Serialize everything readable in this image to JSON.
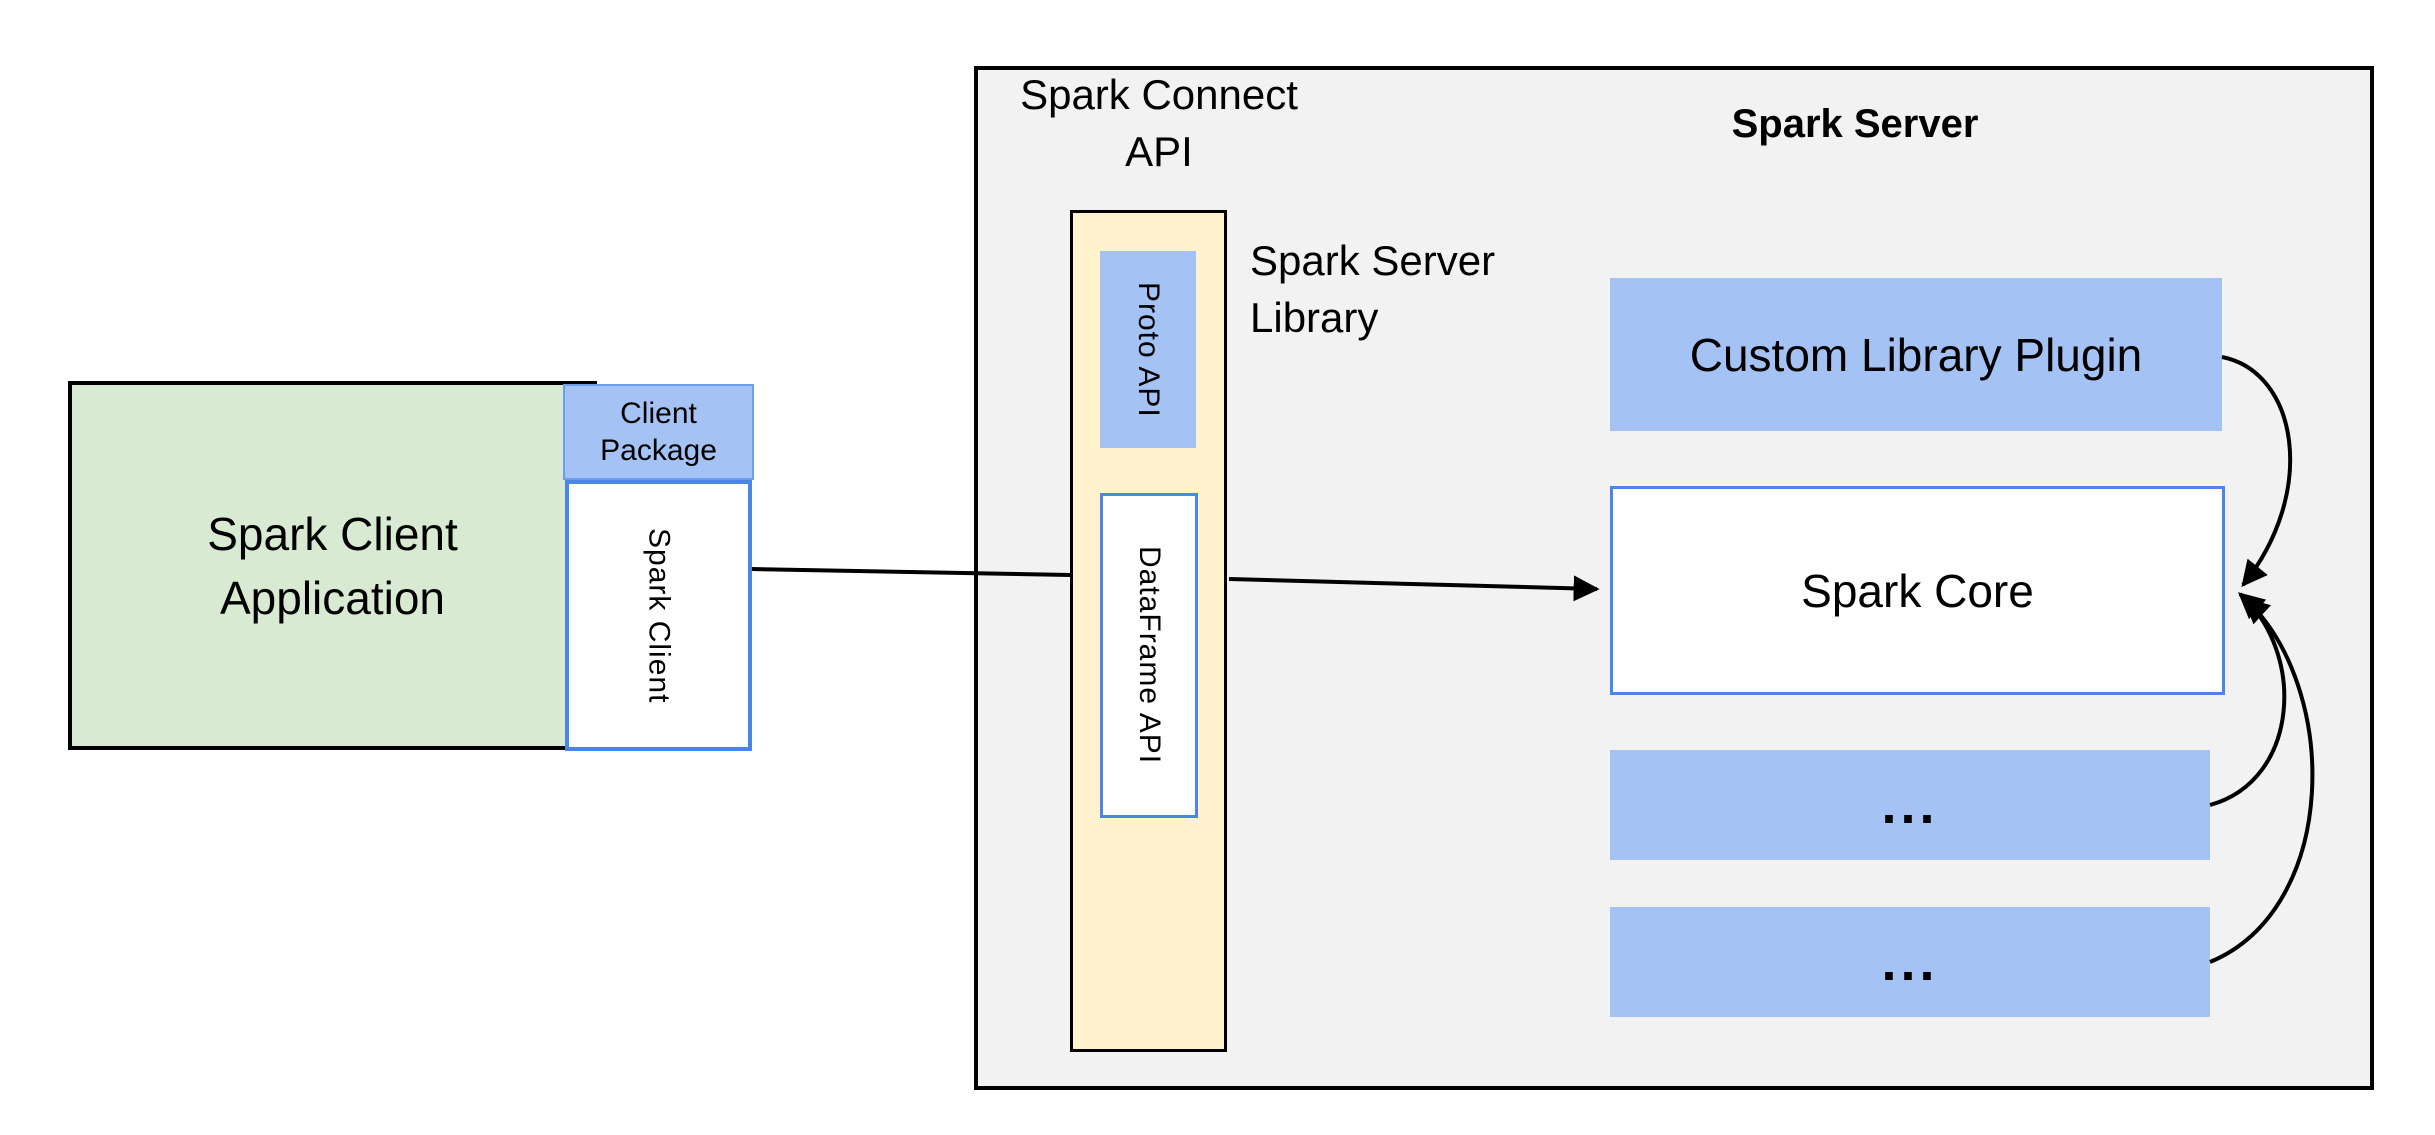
{
  "client": {
    "application_label": "Spark Client\nApplication",
    "package_label": "Client\nPackage",
    "spark_client_label": "Spark Client"
  },
  "titles": {
    "spark_connect_api": "Spark Connect\nAPI",
    "spark_server": "Spark Server",
    "spark_server_library": "Spark Server\nLibrary"
  },
  "server": {
    "proto_api": "Proto API",
    "dataframe_api": "DataFrame API",
    "custom_library_plugin": "Custom Library Plugin",
    "spark_core": "Spark Core",
    "placeholder_top": "...",
    "placeholder_bottom": "..."
  },
  "colors": {
    "blue": "#a4c2f4",
    "green": "#d9ead3",
    "yellow": "#fff2cc",
    "gray": "#f2f2f2",
    "blue-border": "#4a86e8",
    "blue-border-light": "#6d9eeb",
    "ink": "#000000"
  }
}
